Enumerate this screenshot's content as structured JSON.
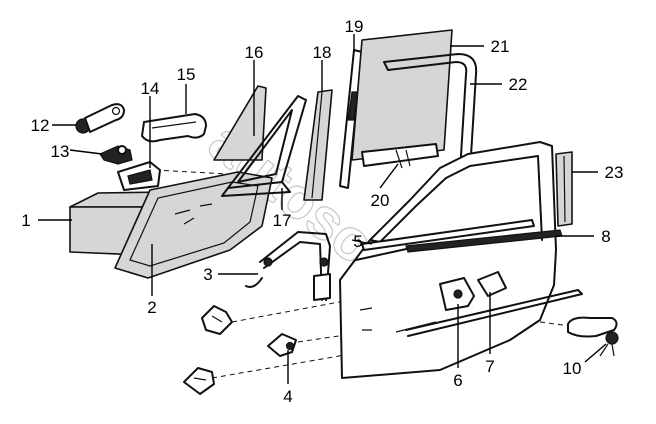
{
  "watermark": {
    "text": "autosoft"
  },
  "callouts": [
    "1",
    "2",
    "3",
    "4",
    "5",
    "6",
    "7",
    "8",
    "10",
    "12",
    "13",
    "14",
    "15",
    "16",
    "17",
    "18",
    "19",
    "20",
    "21",
    "22",
    "23"
  ]
}
